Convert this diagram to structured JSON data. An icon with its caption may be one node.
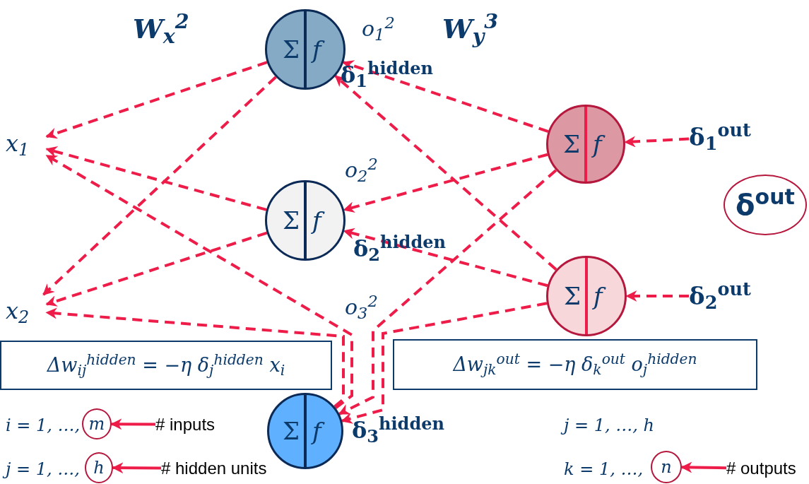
{
  "diagram": {
    "nodes": [
      {
        "text": [
          "x$_{1}$"
        ]
      },
      {
        "text": [
          "x$_{2}$"
        ]
      },
      {
        "text": [
          "Σ",
          "f"
        ],
        "beside": [
          "o$_{1}$$^{2}$",
          "δ$_{1}$$^{hidden}$"
        ]
      },
      {
        "text": [
          "Σ",
          "f"
        ],
        "beside": [
          "o$_{2}$$^{2}$",
          "δ$_{2}$$^{hidden}$"
        ]
      },
      {
        "text": [
          "Σ",
          "f"
        ],
        "beside": [
          "δ$_{3}$$^{hidden}$"
        ]
      },
      {
        "text": [
          "Σ",
          "f"
        ]
      },
      {
        "text": [
          "Σ",
          "f"
        ]
      },
      {
        "text": [
          "δ$_{1}$$^{out}$"
        ]
      },
      {
        "text": [
          "δ$_{2}$$^{out}$"
        ]
      },
      {
        "text": [
          "δ$^{out}$"
        ]
      },
      {
        "text": [
          "Δw$_{ij}$$^{hidden}$ = −η δ$_{j}$$^{hidden}$ x$_{i}$"
        ]
      },
      {
        "text": [
          "Δw$_{jk}$$^{out}$ = −η δ$_{k}$$^{out}$  o$_{j}$$^{hidden}$"
        ]
      },
      {
        "text": [
          "m"
        ]
      },
      {
        "text": [
          "# inputs"
        ]
      },
      {
        "text": [
          "h"
        ]
      },
      {
        "text": [
          "# hidden units"
        ]
      },
      {
        "text": [
          "n"
        ]
      },
      {
        "text": [
          "# outputs"
        ]
      }
    ],
    "edges": [
      {
        "from": 7,
        "to": 5,
        "arrow": "to",
        "style": "dashed"
      },
      {
        "from": 8,
        "to": 6,
        "arrow": "to",
        "style": "dashed"
      },
      {
        "from": 5,
        "to": 2,
        "arrow": "to",
        "style": "dashed"
      },
      {
        "from": 5,
        "to": 3,
        "arrow": "to",
        "style": "dashed"
      },
      {
        "from": 5,
        "to": 4,
        "arrow": "to",
        "style": "dashed"
      },
      {
        "from": 6,
        "to": 2,
        "arrow": "to",
        "style": "dashed"
      },
      {
        "from": 6,
        "to": 3,
        "arrow": "to",
        "style": "dashed"
      },
      {
        "from": 6,
        "to": 4,
        "arrow": "to",
        "style": "dashed"
      },
      {
        "from": 2,
        "to": 0,
        "arrow": "to",
        "style": "dashed"
      },
      {
        "from": 3,
        "to": 0,
        "arrow": "to",
        "style": "dashed"
      },
      {
        "from": 4,
        "to": 0,
        "arrow": "to",
        "style": "dashed"
      },
      {
        "from": 2,
        "to": 1,
        "arrow": "to",
        "style": "dashed"
      },
      {
        "from": 3,
        "to": 1,
        "arrow": "to",
        "style": "dashed"
      },
      {
        "from": 4,
        "to": 1,
        "arrow": "to",
        "style": "dashed"
      },
      {
        "from": 13,
        "to": 12,
        "arrow": "to"
      },
      {
        "from": 15,
        "to": 14,
        "arrow": "to"
      },
      {
        "from": 17,
        "to": 16,
        "arrow": "to"
      }
    ],
    "labels": [
      "W$_{x}$$^{2}$",
      "W$_{y}$$^{3}$",
      "o$_{3}$$^{2}$",
      "i = 1, …,",
      "j = 1, …,",
      "j = 1, …, h",
      "k = 1, …,"
    ]
  }
}
